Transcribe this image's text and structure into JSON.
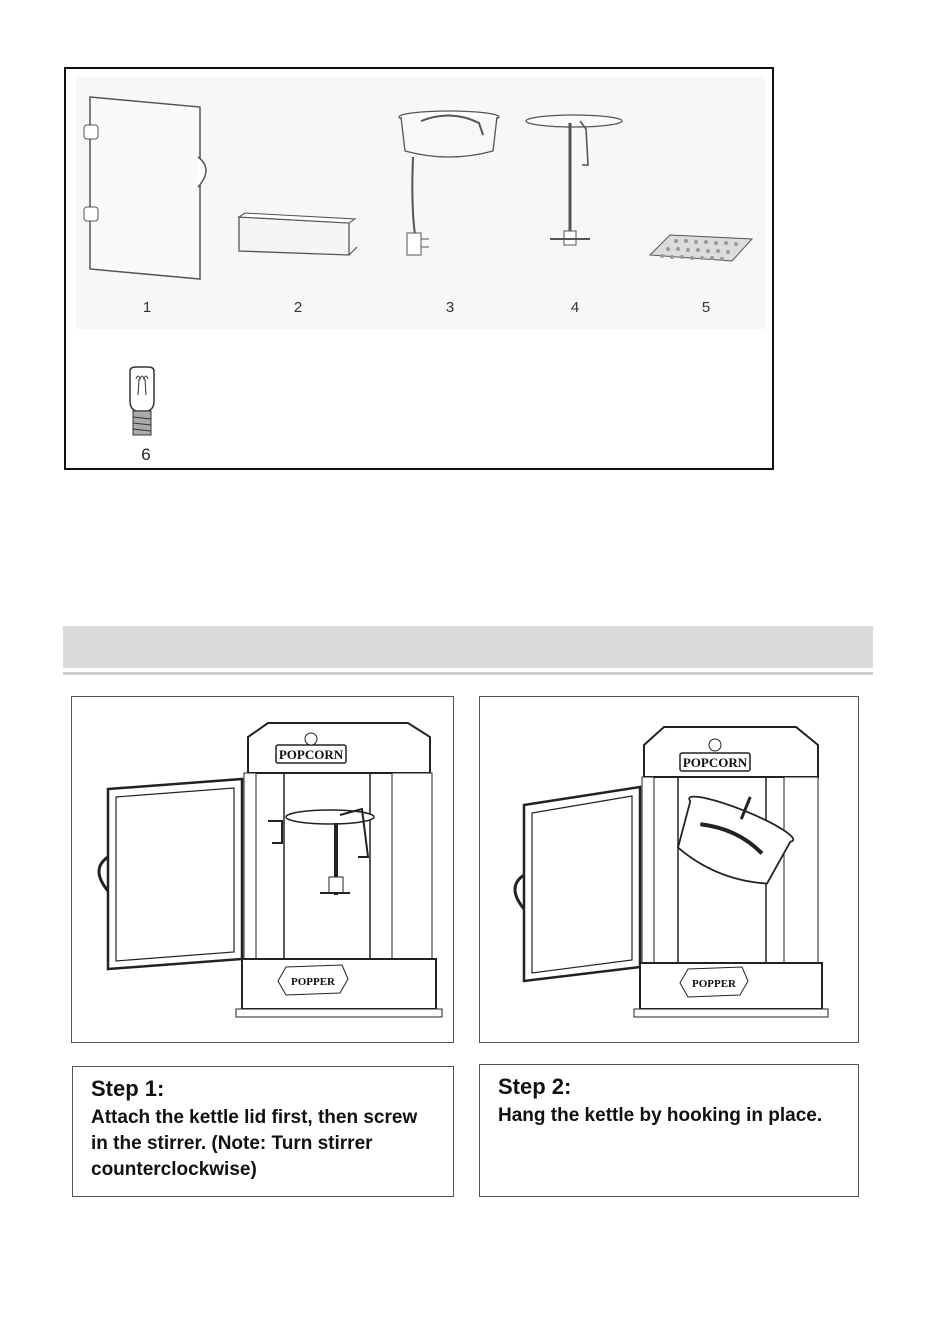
{
  "parts": {
    "labels": [
      "1",
      "2",
      "3",
      "4",
      "5",
      "6"
    ],
    "icons": [
      "door-panel-icon",
      "shelf-tray-icon",
      "kettle-with-cord-icon",
      "kettle-lid-stirrer-icon",
      "non-slip-mat-icon",
      "light-bulb-icon"
    ]
  },
  "section": {
    "title": ""
  },
  "figures": {
    "step1_sign": "POPCORN",
    "step1_base": "POPPER",
    "step2_sign": "POPCORN",
    "step2_base": "POPPER"
  },
  "steps": [
    {
      "title": "Step 1:",
      "text": "Attach the kettle lid first, then screw in the stirrer. (Note: Turn stirrer counterclockwise)"
    },
    {
      "title": "Step 2:",
      "text": "Hang the kettle by hooking in place."
    }
  ]
}
